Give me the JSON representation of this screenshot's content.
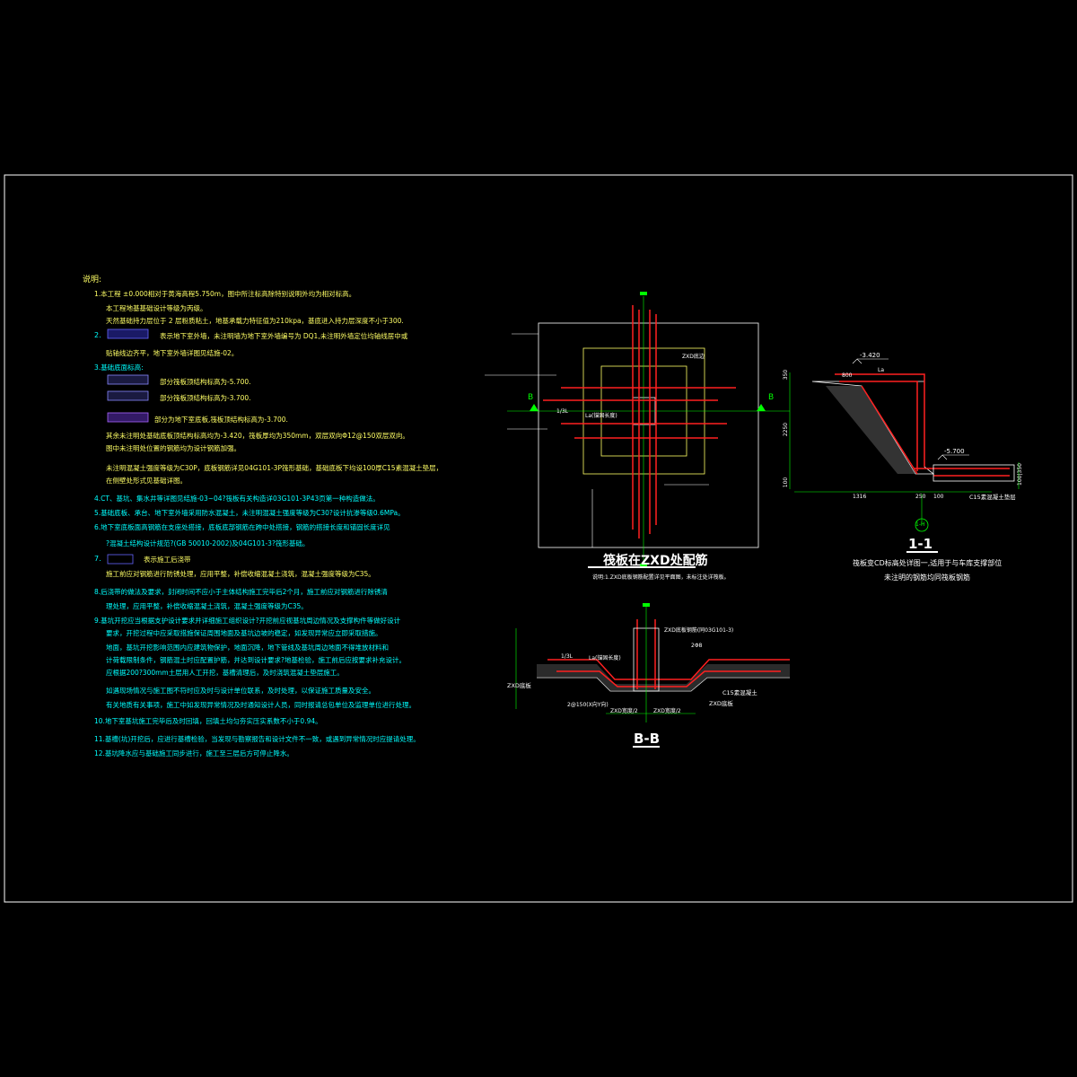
{
  "notes": {
    "title": "说明:",
    "lines": [
      "1.本工程 ±0.000相对于黄海高程5.750m，图中所注标高除特别说明外均为相对标高。",
      "本工程地基基础设计等级为丙级。",
      "天然基础持力层位于 2 层粉质粘土，地基承载力特征值为210kpa，基底进入持力层深度不小于300.",
      "表示地下室外墙，未注明墙为地下室外墙编号为 DQ1,未注明外墙定位均轴线居中或",
      "贴轴线边齐平，地下室外墙详图见结施-02。",
      "3.基础底面标高:",
      "部分筏板顶结构标高为-5.700.",
      "部分筏板顶结构标高为-3.700.",
      "部分为地下室底板,筏板顶结构标高为-3.700.",
      "其余未注明处基础底板顶结构标高均为-3.420，筏板厚均为350mm，双层双向Φ12@150双层双向。",
      "图中未注明处位置的钢筋均为设计钢筋加强。",
      "未注明混凝土强度等级为C30P，底板钢筋详见04G101-3P筏形基础，基础底板下均设100厚C15素混凝土垫层，",
      "在侧壁处形式见基础详图。",
      "4.CT、基坑、集水井等详图见结施-03~04?筏板有关构造详03G101-3P43页第一种构造做法。",
      "5.基础底板、承台、地下室外墙采用防水混凝土，未注明混凝土强度等级为C30?设计抗渗等级0.6MPa。",
      "6.地下室底板面高钢筋在支座处搭接，底板底部钢筋在跨中处搭接，钢筋的搭接长度和锚固长度详见",
      "?混凝土结构设计规范?(GB 50010-2002)及04G101-3?筏形基础。",
      "表示施工后浇带",
      "施工前应对钢筋进行防锈处理，应用平整，补偿收缩混凝土浇筑，混凝土强度等级为C35。",
      "8.后浇带的做法及要求，封闭时间不应小于主体结构施工完毕后2个月，施工前应对钢筋进行除锈清",
      "理处理，应用平整，补偿收缩混凝土浇筑，混凝土强度等级为C35。",
      "9.基坑开挖应当根据支护设计要求并详细施工组织设计?开挖前应视基坑周边情况及支撑构件等做好设计",
      "要求，开挖过程中应采取措施保证周围地面及基坑边坡的稳定，如发现异常应立即采取措施。",
      "地面，基坑开挖影响范围内应建筑物保护，地面沉降，地下管线及基坑周边地面不得堆放材料和",
      "计荷载限制条件，钢筋混土时应配置护筋，并达到设计要求?地基检验，施工前后应按要求补充设计。",
      "应根据200?300mm土层用人工开挖，基槽清理后，及时浇筑混凝土垫层施工。",
      "如遇现场情况与施工图不符时应及时与设计单位联系，及时处理，以保证施工质量及安全。",
      "有关地质有关事项，施工中如发现异常情况及时通知设计人员，同时报请总包单位及监理单位进行处理。",
      "10.地下室基坑施工完毕后及时回填，回填土均匀夯实压实系数不小于0.94。",
      "11.基槽(坑)开挖后，应进行基槽检验，当发现与勘察报告和设计文件不一致，或遇到异常情况时应提请处理。",
      "12.基坑降水应与基础施工同步进行，施工至三层后方可停止降水。"
    ],
    "item2_label": "2.",
    "item7_label": "7."
  },
  "plan": {
    "title": "筏板在ZXD处配筋",
    "subtitle": "说明:1.ZXD底板钢筋配置详见平面图，未标注处详筏板。",
    "label_zxd": "ZXD底边",
    "label_b_left": "B",
    "label_b_right": "B",
    "label_la": "La(锚固长度)",
    "label_13l": "1/3L"
  },
  "section_11": {
    "title": "1-1",
    "elev_top": "-3.420",
    "elev_bottom": "-5.700",
    "dim_350": "350",
    "dim_2250": "2250",
    "dim_100": "100",
    "dim_800": "800",
    "dim_1316": "1316",
    "dim_250": "250",
    "dim_100b": "100",
    "dim_100_350": "100|350",
    "label_la": "La",
    "label_c15": "C15素混凝土垫层",
    "note_1": "筏板变CD标高处详图一,适用于与车库支撑部位",
    "note_2": "未注明的钢筋均同筏板钢筋",
    "axis": "1-H"
  },
  "section_bb": {
    "title": "B-B",
    "label_ld": "1/3L",
    "label_la": "La(锚固长度)",
    "label_zxd_left": "ZXD底板",
    "label_zxd_right": "ZXD底板",
    "label_c15": "C15素混凝土",
    "label_spacing": "2@150(X向Y向)",
    "label_dim_1": "ZXD宽度/2",
    "label_dim_2": "ZXD宽度/2",
    "label_top": "ZXD底板钢筋(同03G101-3)",
    "label_2a8": "2Φ8"
  }
}
